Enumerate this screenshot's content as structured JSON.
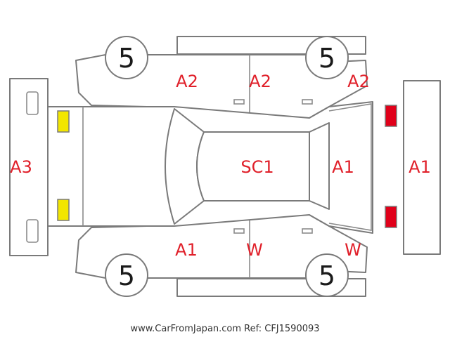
{
  "colors": {
    "damage": "#e0202a",
    "front_lamp": "#f2e600",
    "rear_lamp": "#e0001a",
    "outline": "#7a7a7a"
  },
  "tires": {
    "front_left": "5",
    "rear_left": "5",
    "front_right": "5",
    "rear_right": "5"
  },
  "damage_codes": {
    "front_bumper": "A3",
    "left_front_door": "A2",
    "left_rear_door": "A2",
    "left_rear_quarter": "A2",
    "roof": "SC1",
    "rear_window": "A1",
    "rear_bumper": "A1",
    "right_front_door": "A1",
    "right_rear_door": "W",
    "right_rear_quarter": "W"
  },
  "footer_text": "www.CarFromJapan.com Ref: CFJ1590093"
}
